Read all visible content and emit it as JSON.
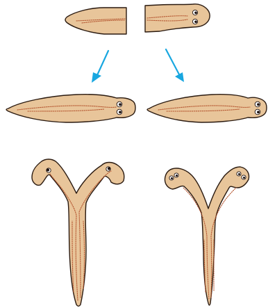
{
  "colors": {
    "body": "#E8C59A",
    "outline": "#2A1A10",
    "gut": "#B4552F",
    "arrow": "#18A7E0"
  },
  "panels": [
    {
      "id": "cut-tail-fragment",
      "description_shown": false
    },
    {
      "id": "cut-head-fragment",
      "description_shown": false
    },
    {
      "id": "regenerated-from-tail",
      "description_shown": false
    },
    {
      "id": "regenerated-from-head",
      "description_shown": false
    },
    {
      "id": "two-headed-worm-left",
      "description_shown": false
    },
    {
      "id": "two-headed-worm-right",
      "description_shown": false
    }
  ],
  "icons": [
    "eye-icon",
    "arrow-icon"
  ]
}
